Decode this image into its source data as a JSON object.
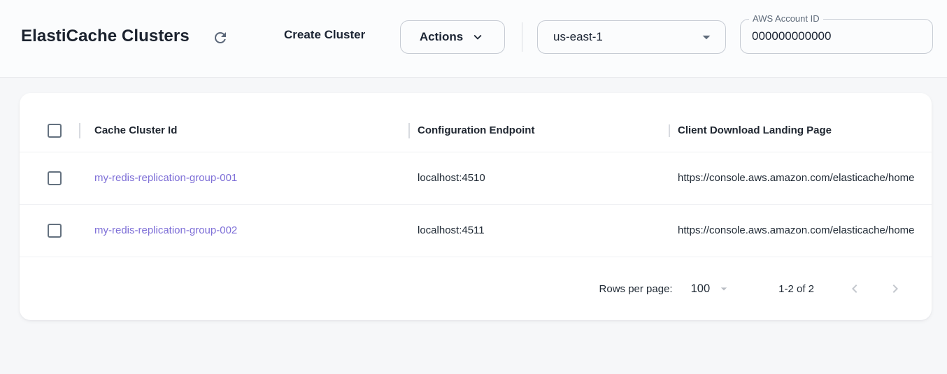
{
  "header": {
    "title": "ElastiCache Clusters",
    "create_cluster_label": "Create Cluster",
    "actions_label": "Actions",
    "region": {
      "value": "us-east-1"
    },
    "account_id": {
      "label": "AWS Account ID",
      "value": "000000000000"
    }
  },
  "table": {
    "columns": [
      {
        "label": "Cache Cluster Id"
      },
      {
        "label": "Configuration Endpoint"
      },
      {
        "label": "Client Download Landing Page"
      }
    ],
    "rows": [
      {
        "cache_cluster_id": "my-redis-replication-group-001",
        "configuration_endpoint": "localhost:4510",
        "client_download_landing_page": "https://console.aws.amazon.com/elasticache/home"
      },
      {
        "cache_cluster_id": "my-redis-replication-group-002",
        "configuration_endpoint": "localhost:4511",
        "client_download_landing_page": "https://console.aws.amazon.com/elasticache/home"
      }
    ]
  },
  "pagination": {
    "rows_per_page_label": "Rows per page:",
    "rows_per_page_value": "100",
    "range_label": "1-2 of 2"
  },
  "colors": {
    "accent_link": "#7d6ed7",
    "text_dark": "#1b222e",
    "icon_slate": "#5b6779",
    "border": "#c7ccd4",
    "page_background": "#f6f7f9",
    "disabled_icon": "#c3c7cd"
  }
}
